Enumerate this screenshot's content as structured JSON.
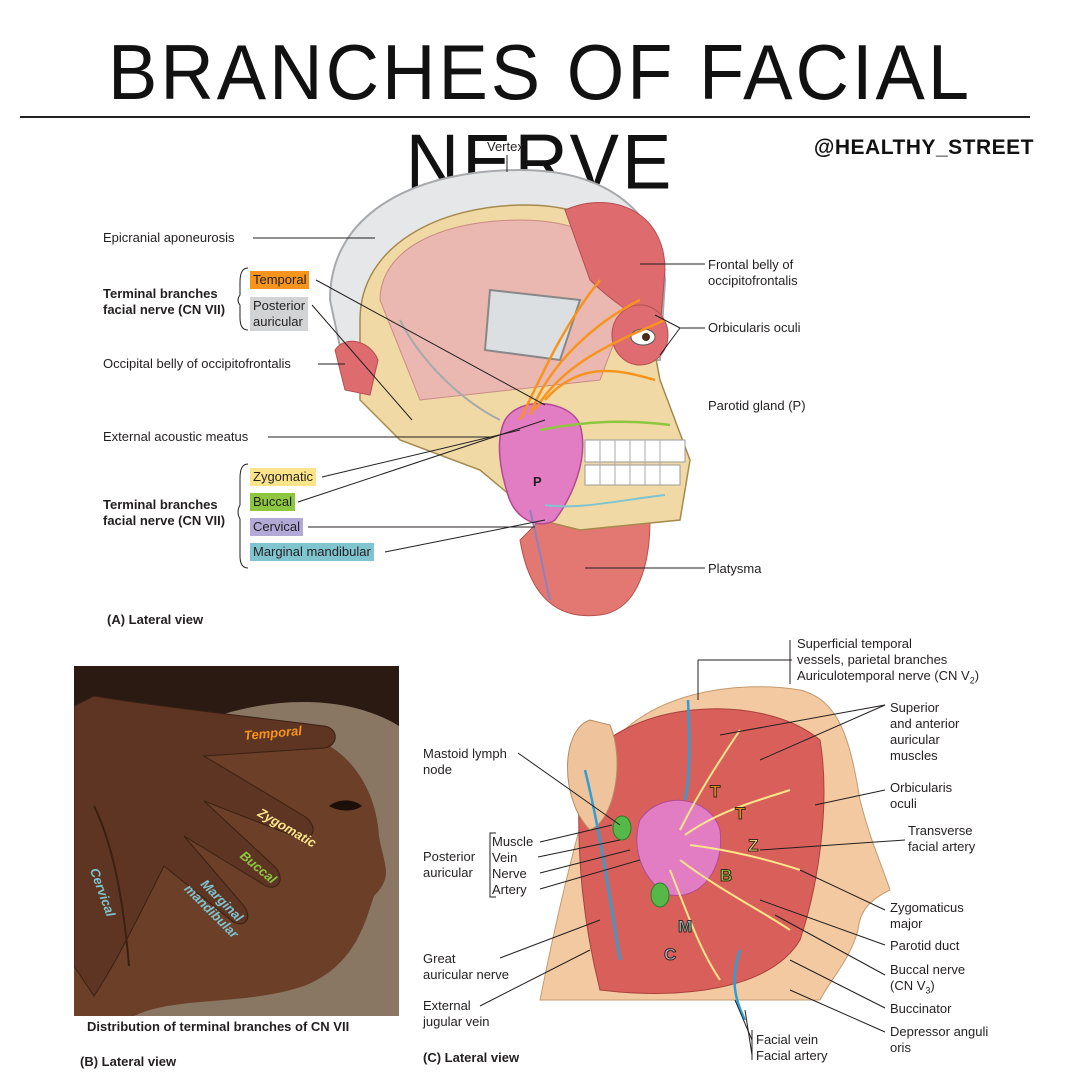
{
  "header": {
    "title": "BRANCHES OF FACIAL NERVE",
    "handle": "@HEALTHY_STREET"
  },
  "panel_a": {
    "caption": "(A) Lateral view",
    "labels": {
      "vertex": "Vertex",
      "epicranial": "Epicranial aponeurosis",
      "terminal_upper": "Terminal branches\nfacial nerve (CN VII)",
      "occipital_belly": "Occipital belly of occipitofrontalis",
      "external_acoustic": "External acoustic meatus",
      "terminal_lower": "Terminal branches\nfacial nerve (CN VII)",
      "frontal_belly": "Frontal belly of\noccipitofrontalis",
      "orbicularis_oculi": "Orbicularis oculi",
      "parotid_gland": "Parotid gland (P)",
      "platysma": "Platysma",
      "gland_letter": "P"
    },
    "branches_upper": [
      {
        "label": "Temporal",
        "color": "#f7941d"
      },
      {
        "label": "Posterior\nauricular",
        "color": "#d1d3d4"
      }
    ],
    "branches_lower": [
      {
        "label": "Zygomatic",
        "color": "#fbe48a"
      },
      {
        "label": "Buccal",
        "color": "#8dc63f"
      },
      {
        "label": "Cervical",
        "color": "#b3a9d6"
      },
      {
        "label": "Marginal mandibular",
        "color": "#7fc4cf"
      }
    ]
  },
  "panel_b": {
    "caption_distribution": "Distribution of terminal branches of CN VII",
    "caption": "(B) Lateral view",
    "finger_labels": [
      {
        "label": "Temporal",
        "color": "#f7941d"
      },
      {
        "label": "Zygomatic",
        "color": "#fbe48a"
      },
      {
        "label": "Buccal",
        "color": "#8dc63f"
      },
      {
        "label": "Marginal\nmandibular",
        "color": "#7fc4cf"
      },
      {
        "label": "Cervical",
        "color": "#7fc4cf"
      }
    ]
  },
  "panel_c": {
    "caption": "(C) Lateral view",
    "labels": {
      "sup_temporal": "Superficial temporal\nvessels, parietal branches\nAuriculotemporal nerve (CN V",
      "sup_temporal_sub": "2",
      "superior_auricular": "Superior\nand anterior\nauricular\nmuscles",
      "mastoid": "Mastoid lymph\nnode",
      "orbicularis_oculi": "Orbicularis\noculi",
      "posterior_auricular": "Posterior\nauricular",
      "muscle": "Muscle",
      "vein": "Vein",
      "nerve": "Nerve",
      "artery": "Artery",
      "transverse_facial": "Transverse\nfacial artery",
      "zygomaticus": "Zygomaticus\nmajor",
      "parotid_duct": "Parotid duct",
      "great_auricular": "Great\nauricular nerve",
      "buccal_nerve": "Buccal nerve\n(CN V",
      "buccal_nerve_sub": "3",
      "buccinator": "Buccinator",
      "external_jugular": "External\njugular vein",
      "depressor": "Depressor anguli\noris",
      "facial_vein": "Facial vein",
      "facial_artery": "Facial artery"
    },
    "letters": [
      {
        "t": "T",
        "color": "#f7941d"
      },
      {
        "t": "T",
        "color": "#f7941d"
      },
      {
        "t": "Z",
        "color": "#fbe48a"
      },
      {
        "t": "B",
        "color": "#8dc63f"
      },
      {
        "t": "M",
        "color": "#7fc4cf"
      },
      {
        "t": "C",
        "color": "#b3a9d6"
      }
    ]
  }
}
